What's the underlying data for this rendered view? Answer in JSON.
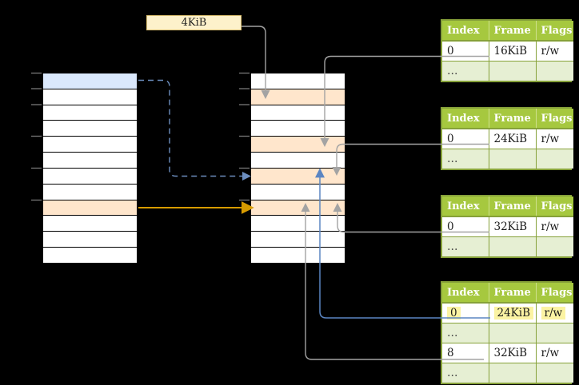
{
  "page_size_label": {
    "text": "4KiB"
  },
  "virtual_memory": {
    "rows": [
      {
        "fill": "blue"
      },
      {
        "fill": "white"
      },
      {
        "fill": "white"
      },
      {
        "fill": "white"
      },
      {
        "fill": "white"
      },
      {
        "fill": "white"
      },
      {
        "fill": "white"
      },
      {
        "fill": "white"
      },
      {
        "fill": "peach"
      },
      {
        "fill": "white"
      },
      {
        "fill": "white"
      },
      {
        "fill": "white"
      }
    ]
  },
  "physical_memory": {
    "rows": [
      {
        "fill": "white"
      },
      {
        "fill": "peach"
      },
      {
        "fill": "white"
      },
      {
        "fill": "white"
      },
      {
        "fill": "peach"
      },
      {
        "fill": "white"
      },
      {
        "fill": "peach"
      },
      {
        "fill": "white"
      },
      {
        "fill": "peach"
      },
      {
        "fill": "white"
      },
      {
        "fill": "white"
      },
      {
        "fill": "white"
      }
    ]
  },
  "page_tables": [
    {
      "name": "page-table-1",
      "headers": [
        "Index",
        "Frame",
        "Flags"
      ],
      "rows": [
        [
          "0",
          "16KiB",
          "r/w"
        ],
        [
          "…",
          "",
          ""
        ]
      ],
      "highlight_row": null
    },
    {
      "name": "page-table-2",
      "headers": [
        "Index",
        "Frame",
        "Flags"
      ],
      "rows": [
        [
          "0",
          "24KiB",
          "r/w"
        ],
        [
          "…",
          "",
          ""
        ]
      ],
      "highlight_row": null
    },
    {
      "name": "page-table-3",
      "headers": [
        "Index",
        "Frame",
        "Flags"
      ],
      "rows": [
        [
          "0",
          "32KiB",
          "r/w"
        ],
        [
          "…",
          "",
          ""
        ]
      ],
      "highlight_row": null
    },
    {
      "name": "page-table-4",
      "headers": [
        "Index",
        "Frame",
        "Flags"
      ],
      "rows": [
        [
          "0",
          "24KiB",
          "r/w"
        ],
        [
          "…",
          "",
          ""
        ],
        [
          "8",
          "32KiB",
          "r/w"
        ],
        [
          "…",
          "",
          ""
        ]
      ],
      "highlight_row": 0
    }
  ],
  "colors": {
    "header_green": "#A6C83F",
    "light_green": "#E6EFD3",
    "table_border_green": "#86A139",
    "peach": "#FFE6CC",
    "blue_fill": "#DAE8FC",
    "cream": "#FDF1CB",
    "cream_border": "#D8BD6E",
    "highlight_yellow": "#FBF3A3",
    "arrow_gray": "#A3A3A3",
    "arrow_blue": "#5B85C2",
    "arrow_blue_dashed": "#6C8EBF",
    "arrow_orange": "#D79B00",
    "tick_gray": "#787878"
  }
}
